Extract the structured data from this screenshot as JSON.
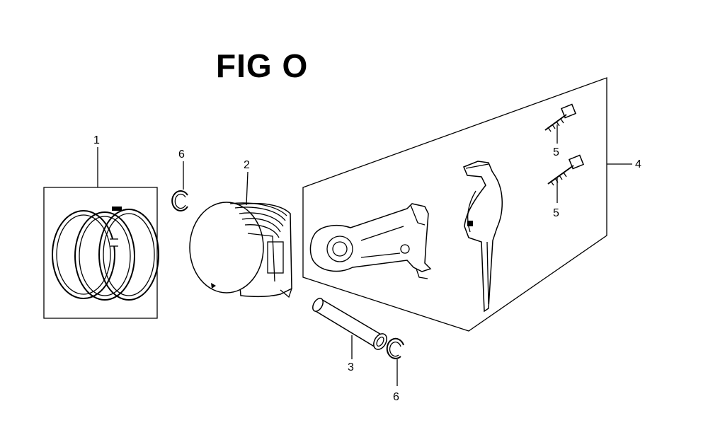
{
  "figure": {
    "title": "FIG O"
  },
  "callouts": [
    {
      "id": "c1",
      "label": "1"
    },
    {
      "id": "c2",
      "label": "2"
    },
    {
      "id": "c3",
      "label": "3"
    },
    {
      "id": "c4",
      "label": "4"
    },
    {
      "id": "c5a",
      "label": "5"
    },
    {
      "id": "c5b",
      "label": "5"
    },
    {
      "id": "c6a",
      "label": "6"
    },
    {
      "id": "c6b",
      "label": "6"
    }
  ]
}
